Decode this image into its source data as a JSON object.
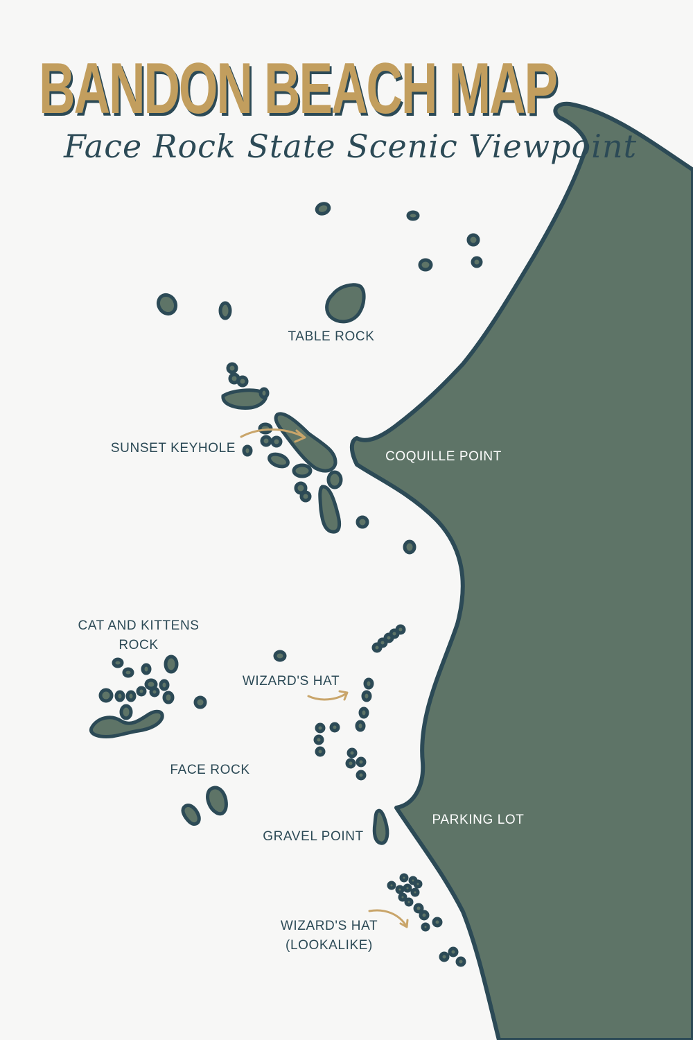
{
  "title": "BANDON BEACH MAP",
  "subtitle": "Face Rock State Scenic Viewpoint",
  "colors": {
    "background": "#f7f7f6",
    "land": "#5e7467",
    "outline": "#2c4a56",
    "title": "#c29e5e",
    "arrow": "#c9a56a",
    "land_label": "#ffffff"
  },
  "labels": {
    "table_rock": "TABLE ROCK",
    "sunset_keyhole": "SUNSET KEYHOLE",
    "coquille_point": "COQUILLE POINT",
    "cat_and_kittens_line1": "CAT AND KITTENS",
    "cat_and_kittens_line2": "ROCK",
    "wizards_hat": "WIZARD'S HAT",
    "face_rock": "FACE ROCK",
    "gravel_point": "GRAVEL POINT",
    "parking_lot": "PARKING LOT",
    "wizards_hat_lookalike_line1": "WIZARD'S HAT",
    "wizards_hat_lookalike_line2": "(LOOKALIKE)"
  }
}
